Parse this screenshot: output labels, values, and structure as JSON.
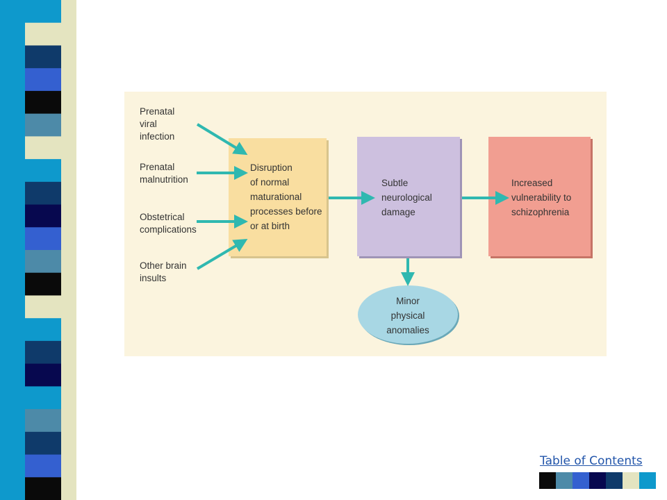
{
  "colors": {
    "panel_bg": "#fbf4de",
    "box1_fill": "#f9dea0",
    "box2_fill": "#cdc0df",
    "box3_fill": "#f19e91",
    "ellipse_fill": "#a8d7e4",
    "arrow": "#2fb8b0"
  },
  "diagram": {
    "causes": [
      {
        "label": "Prenatal\nviral\ninfection"
      },
      {
        "label": "Prenatal\nmalnutrition"
      },
      {
        "label": "Obstetrical\ncomplications"
      },
      {
        "label": "Other brain\ninsults"
      }
    ],
    "box1": "Disruption\nof normal\nmaturational\nprocesses before\nor at birth",
    "box2": "Subtle\nneurological\ndamage",
    "box3": "Increased\nvulnerability to\nschizophrenia",
    "outcome": "Minor\nphysical\nanomalies"
  },
  "footer": {
    "toc_label": "Table of Contents",
    "swatches": [
      "#0a0a0a",
      "#4d8aa8",
      "#3460d0",
      "#07084f",
      "#0f3a6a",
      "#e4e4c0",
      "#0e99cc"
    ]
  },
  "decor": {
    "stripe_colors": [
      "#0e99cc",
      "#e4e4c0",
      "#0f3a6a",
      "#3460d0",
      "#0a0a0a",
      "#4d8aa8",
      "#e4e4c0",
      "#0e99cc",
      "#0f3a6a",
      "#07084f",
      "#3460d0",
      "#4d8aa8",
      "#0a0a0a",
      "#e4e4c0",
      "#0e99cc",
      "#0f3a6a",
      "#07084f",
      "#0e99cc",
      "#4d8aa8",
      "#0f3a6a",
      "#3460d0",
      "#0a0a0a"
    ]
  }
}
